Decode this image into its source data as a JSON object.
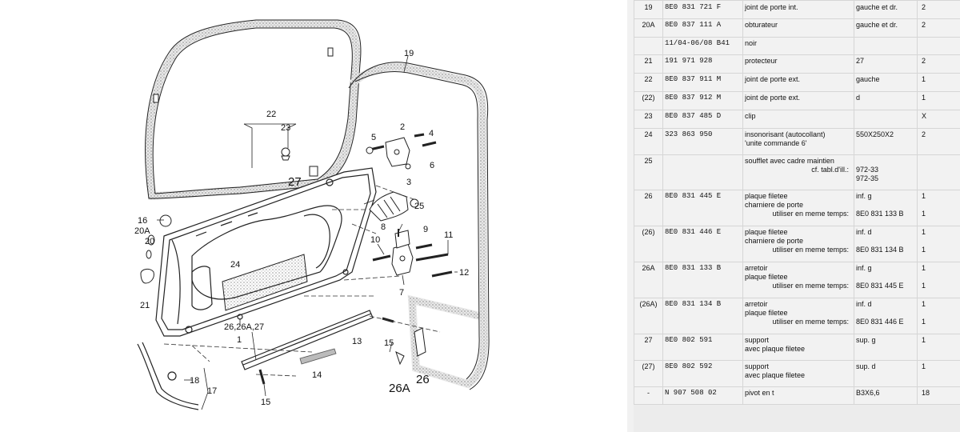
{
  "diagram": {
    "labels": {
      "l2": "2",
      "l3": "3",
      "l4": "4",
      "l5": "5",
      "l6": "6",
      "l7": "7",
      "l8": "8",
      "l9": "9",
      "l10": "10",
      "l11": "11",
      "l12": "12",
      "l13": "13",
      "l14": "14",
      "l15": "15",
      "l15b": "15",
      "l16": "16",
      "l17": "17",
      "l18": "18",
      "l19": "19",
      "l20": "20",
      "l20A": "20A",
      "l21": "21",
      "l22": "22",
      "l23": "23",
      "l24": "24",
      "l25": "25",
      "l26": "26",
      "l26A": "26A",
      "l26group": "26,26A,27",
      "l1": "1",
      "l27": "27"
    }
  },
  "parts": [
    {
      "pos": "19",
      "num": "8E0 831 721 F",
      "desc": [
        "joint de porte int."
      ],
      "note": [
        "gauche et dr."
      ],
      "qty": "2"
    },
    {
      "pos": "20A",
      "num": "8E0 837 111 A",
      "desc": [
        "obturateur"
      ],
      "note": [
        "gauche et dr."
      ],
      "qty": "2"
    },
    {
      "pos": "",
      "num": "11/04-06/08 B41",
      "desc": [
        "noir"
      ],
      "note": [
        ""
      ],
      "qty": ""
    },
    {
      "pos": "21",
      "num": "191 971 928",
      "desc": [
        "protecteur"
      ],
      "note": [
        "27"
      ],
      "qty": "2"
    },
    {
      "pos": "22",
      "num": "8E0 837 911 M",
      "desc": [
        "joint de porte ext."
      ],
      "note": [
        "gauche"
      ],
      "qty": "1"
    },
    {
      "pos": "(22)",
      "num": "8E0 837 912 M",
      "desc": [
        "joint de porte ext."
      ],
      "note": [
        "d"
      ],
      "qty": "1"
    },
    {
      "pos": "23",
      "num": "8E0 837 485 D",
      "desc": [
        "clip"
      ],
      "note": [
        ""
      ],
      "qty": "X"
    },
    {
      "pos": "24",
      "num": "323 863 950",
      "desc": [
        "insonorisant (autocollant)",
        "'unite commande 6'"
      ],
      "note": [
        "550X250X2"
      ],
      "qty": "2"
    },
    {
      "pos": "25",
      "num": "",
      "desc": [
        "soufflet avec cadre maintien",
        "cf. tabl.d'ill.:"
      ],
      "note": [
        "",
        "972-33",
        "972-35"
      ],
      "qty": ""
    },
    {
      "pos": "26",
      "num": "8E0 831 445 E",
      "desc": [
        "plaque filetee",
        "charniere de porte",
        "utiliser en meme temps:"
      ],
      "note": [
        "inf. g",
        "",
        "8E0 831 133 B"
      ],
      "qty": "1",
      "qty2": "1"
    },
    {
      "pos": "(26)",
      "num": "8E0 831 446 E",
      "desc": [
        "plaque filetee",
        "charniere de porte",
        "utiliser en meme temps:"
      ],
      "note": [
        "inf. d",
        "",
        "8E0 831 134 B"
      ],
      "qty": "1",
      "qty2": "1"
    },
    {
      "pos": "26A",
      "num": "8E0 831 133 B",
      "desc": [
        "arretoir",
        "plaque filetee",
        "utiliser en meme temps:"
      ],
      "note": [
        "inf. g",
        "",
        "8E0 831 445 E"
      ],
      "qty": "1",
      "qty2": "1"
    },
    {
      "pos": "(26A)",
      "num": "8E0 831 134 B",
      "desc": [
        "arretoir",
        "plaque filetee",
        "utiliser en meme temps:"
      ],
      "note": [
        "inf. d",
        "",
        "8E0 831 446 E"
      ],
      "qty": "1",
      "qty2": "1"
    },
    {
      "pos": "27",
      "num": "8E0 802 591",
      "desc": [
        "support",
        "avec plaque filetee"
      ],
      "note": [
        "sup. g"
      ],
      "qty": "1"
    },
    {
      "pos": "(27)",
      "num": "8E0 802 592",
      "desc": [
        "support",
        "avec plaque filetee"
      ],
      "note": [
        "sup. d"
      ],
      "qty": "1"
    },
    {
      "pos": "-",
      "num": "N   907 508 02",
      "desc": [
        "pivot en t"
      ],
      "note": [
        "B3X6,6"
      ],
      "qty": "18"
    }
  ]
}
